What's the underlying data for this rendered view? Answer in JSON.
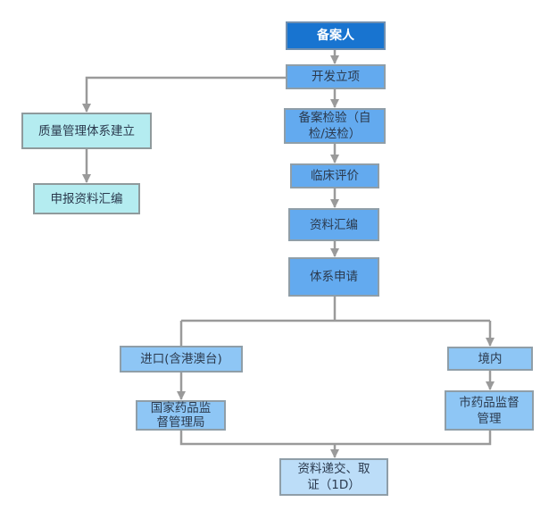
{
  "colors": {
    "start_fill": "#1874d0",
    "main_fill": "#63aaef",
    "side_fill": "#b4ecf0",
    "branch_fill": "#8ec6f5",
    "end_fill": "#bcddf8",
    "connector": "#9a9a9a"
  },
  "nodes": {
    "filer": "备案人",
    "project_setup": "开发立项",
    "filing_inspection": "备案检验（自检/送检）",
    "clinical_evaluation": "临床评价",
    "document_compilation": "资料汇编",
    "system_application": "体系申请",
    "qms_establishment": "质量管理体系建立",
    "submission_compilation": "申报资料汇编",
    "import": "进口(含港澳台)",
    "nmpa": "国家药品监督管理局",
    "domestic": "境内",
    "city_fda": "市药品监督管理",
    "submit_certificate": "资料递交、取证（1D）"
  }
}
